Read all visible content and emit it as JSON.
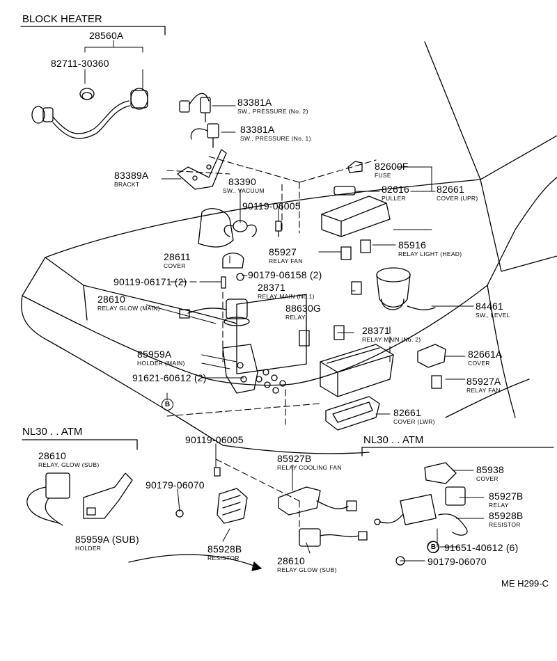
{
  "sections": {
    "block_heater": "BLOCK HEATER",
    "nl30_atm_left": "NL30 . . ATM",
    "nl30_atm_right": "NL30 . . ATM"
  },
  "parts": {
    "p28560A": {
      "pn": "28560A"
    },
    "p82711": {
      "pn": "82711-30360"
    },
    "p83381A_2": {
      "pn": "83381A",
      "desc": "SW., PRESSURE (No. 2)"
    },
    "p83381A_1": {
      "pn": "83381A",
      "desc": "SW., PRESSURE (No. 1)"
    },
    "p83389A": {
      "pn": "83389A",
      "desc": "BRACKT"
    },
    "p83390": {
      "pn": "83390",
      "desc": "SW., VACUUM"
    },
    "p82600F": {
      "pn": "82600F",
      "desc": "FUSE"
    },
    "p82616": {
      "pn": "82616",
      "desc": "PULLER"
    },
    "p82661": {
      "pn": "82661",
      "desc": "COVER (UPR)"
    },
    "p90119_06005a": {
      "pn": "90119-06005"
    },
    "p85927": {
      "pn": "85927",
      "desc": "RELAY FAN"
    },
    "p85916": {
      "pn": "85916",
      "desc": "RELAY LIGHT (HEAD)"
    },
    "p28611": {
      "pn": "28611",
      "desc": "COVER"
    },
    "p90179_06158": {
      "pn": "90179-06158 (2)"
    },
    "p90119_06171": {
      "pn": "90119-06171 (2)"
    },
    "p28371_1": {
      "pn": "28371",
      "desc": "RELAY MAIN (No.1)"
    },
    "p28610_main": {
      "pn": "28610",
      "desc": "RELAY GLOW (MAIN)"
    },
    "p84461": {
      "pn": "84461",
      "desc": "SW., LEVEL"
    },
    "p88630G": {
      "pn": "88630G",
      "desc": "RELAY"
    },
    "p28371_2": {
      "pn": "28371",
      "desc": "RELAY MAIN (No. 2)"
    },
    "p85959A": {
      "pn": "85959A",
      "desc": "HOLDER (MAIN)"
    },
    "p82661A": {
      "pn": "82661A",
      "desc": "COVER"
    },
    "p91621": {
      "pn": "91621-60612 (2)"
    },
    "p85927A": {
      "pn": "85927A",
      "desc": "RELAY FAN"
    },
    "p82661_lwr": {
      "pn": "82661",
      "desc": "COVER (LWR)"
    },
    "p28610_sub": {
      "pn": "28610",
      "desc": "RELAY, GLOW (SUB)"
    },
    "p90119_06005b": {
      "pn": "90119-06005"
    },
    "p85927B_fan": {
      "pn": "85927B",
      "desc": "RELAY COOLING FAN"
    },
    "p85938": {
      "pn": "85938",
      "desc": "COVER"
    },
    "p90179_06070a": {
      "pn": "90179-06070"
    },
    "p85927B_relay": {
      "pn": "85927B",
      "desc": "RELAY"
    },
    "p85928B_right": {
      "pn": "85928B",
      "desc": "RESISTOR"
    },
    "p85959A_sub": {
      "pn": "85959A (SUB)",
      "desc": "HOLDER"
    },
    "p85928B_center": {
      "pn": "85928B",
      "desc": "RESISTOR"
    },
    "p91651": {
      "pn": "91651-40612 (6)"
    },
    "p28610_glow_sub": {
      "pn": "28610",
      "desc": "RELAY GLOW (SUB)"
    },
    "p90179_06070b": {
      "pn": "90179-06070"
    }
  },
  "markers": {
    "b_left": "B",
    "b_right": "B"
  },
  "drawing_code": "ME H299-C"
}
